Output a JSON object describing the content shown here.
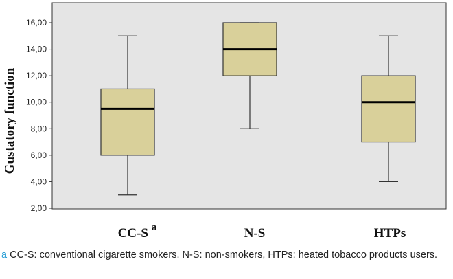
{
  "chart_data": {
    "type": "box",
    "title": "",
    "xlabel": "",
    "ylabel": "Gustatory function",
    "ylim": [
      2,
      16
    ],
    "yticks": [
      "2,00",
      "4,00",
      "6,00",
      "8,00",
      "10,00",
      "12,00",
      "14,00",
      "16,00"
    ],
    "categories": [
      {
        "label": "CC-S",
        "superscript": "a"
      },
      {
        "label": "N-S",
        "superscript": ""
      },
      {
        "label": "HTPs",
        "superscript": ""
      }
    ],
    "boxes": [
      {
        "min": 3,
        "q1": 6,
        "median": 9.5,
        "q3": 11,
        "max": 15
      },
      {
        "min": 8,
        "q1": 12,
        "median": 14,
        "q3": 16,
        "max": 16
      },
      {
        "min": 4,
        "q1": 7,
        "median": 10,
        "q3": 12,
        "max": 15
      }
    ],
    "colors": {
      "plot_bg": "#e5e5e5",
      "box_fill": "#d9d09a",
      "outline": "#333333"
    }
  },
  "caption": {
    "marker": "a",
    "text": " CC-S: conventional cigarette smokers. N-S: non-smokers, HTPs: heated tobacco products users."
  }
}
